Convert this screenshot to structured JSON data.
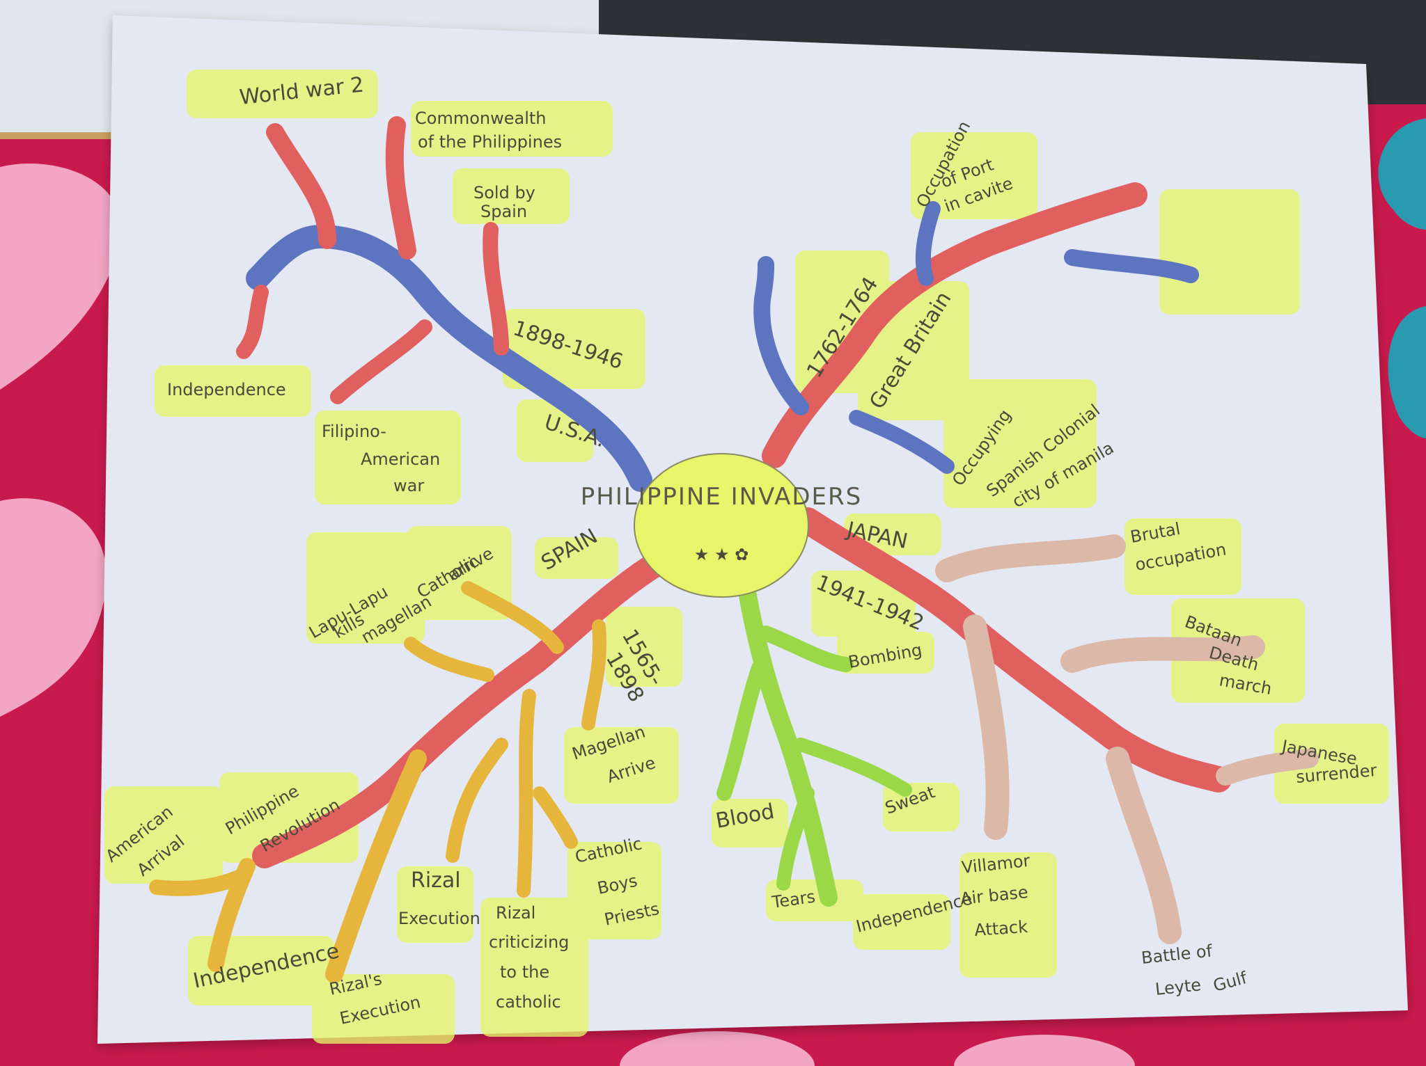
{
  "title": "PHILIPPINE INVADERS",
  "colors": {
    "background_fabric": "#c81a4c",
    "paper": "#e4e8f2",
    "highlighter": "#e6f56a",
    "usa_branch": "#5d74c0",
    "red_branch": "#e06060",
    "spain_sub": "#e6b63c",
    "japan_sub": "#dcb8a8",
    "battles_sub": "#9ad848",
    "navy_sub": "#5d74c0"
  },
  "branches": {
    "usa": {
      "name": "U.S.A.",
      "period": "1898-1946",
      "topics": [
        "World war 2",
        "Commonwealth",
        "of the Philippines",
        "Sold by",
        "Spain",
        "Independence",
        "Filipino-",
        "American",
        "war"
      ]
    },
    "great_britain": {
      "name": "Great Britain",
      "period": "1762-1764",
      "topics": [
        "Occupation",
        "of Port",
        "in cavite",
        "Occupying",
        "Spanish Colonial",
        "city of manila"
      ]
    },
    "spain": {
      "name": "SPAIN",
      "period": [
        "1565-",
        "1898"
      ],
      "topics": [
        "Lapu-Lapu",
        "kills",
        "magellan",
        "Catholic",
        "arrive",
        "Magellan",
        "Arrive",
        "Rizal",
        "Execution",
        "Rizal",
        "criticizing",
        "to the",
        "catholic",
        "Catholic",
        "Boys",
        "Priests",
        "American",
        "Arrival",
        "Philippine",
        "Revolution",
        "Independence",
        "Rizal's",
        "Execution"
      ]
    },
    "japan": {
      "name": "JAPAN",
      "period": "1941-1942",
      "topics": [
        "Brutal",
        "occupation",
        "Bataan",
        "Death",
        "march",
        "Japanese",
        "surrender",
        "Villamor",
        "Air base",
        "Attack",
        "Battle of",
        "Leyte",
        "Gulf"
      ]
    },
    "battles": {
      "topics": [
        "Bombing",
        "Blood",
        "Sweat",
        "Tears",
        "Independence"
      ]
    }
  }
}
